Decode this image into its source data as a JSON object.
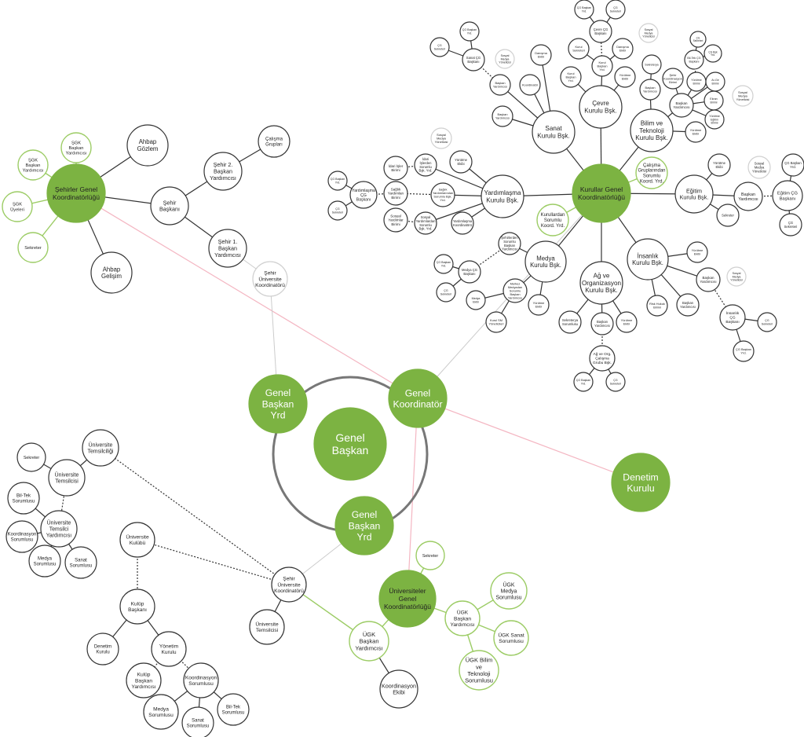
{
  "colors": {
    "accent": "#7cb342",
    "accent_light": "#9ccc65",
    "stroke": "#333333",
    "pink": "#f4b6c2",
    "faint": "#cccccc"
  },
  "nodes": {
    "genel_baskan": "Genel Başkan",
    "genel_baskan_yrd_1": "Genel Başkan Yrd",
    "genel_baskan_yrd_2": "Genel Başkan Yrd",
    "genel_koordinator": "Genel Koordinatör",
    "denetim_kurulu": "Denetim Kurulu",
    "sehirler_genel_koord": "Şehirler Genel Koordinatörlüğü",
    "sgk_baskan_yrd": "ŞGK Başkan Yardımcısı",
    "sgk_baskan_yrd_2": "ŞGK Başkan Yardımcısı",
    "sgk_uyeleri": "ŞGK Üyeleri",
    "sgk_sekreter": "Sekreter",
    "ahbap_gelisim": "Ahbap Gelişim",
    "ahbap_gozlem": "Ahbap Gözlem",
    "sehir_baskani": "Şehir Başkanı",
    "sehir_2_baskan_yrd": "Şehir 2. Başkan Yardımcısı",
    "calisma_gruplari": "Çalışma Grupları",
    "sehir_1_baskan_yrd": "Şehir 1. Başkan Yardımcısı",
    "sehir_universite_koord_top": "Şehir Üniversite Koordinatörü",
    "kurullar_genel_koord": "Kurullar Genel Koordinatörlüğü",
    "sanat_kurulu": "Sanat Kurulu Bşk.",
    "cevre_kurulu": "Çevre Kurulu Bşk.",
    "bilim_kurulu": "Bilim ve Teknoloji Kurulu Bşk.",
    "egitim_kurulu": "Eğitim Kurulu Bşk.",
    "insanlik_kurulu": "İnsanlık Kurulu Bşk.",
    "ag_org_kurulu": "Ağ ve Organizasyon Kurulu Bşk.",
    "medya_kurulu": "Medya Kurulu Bşk.",
    "yardimlasma_kurulu": "Yardımlaşma Kurulu Bşk.",
    "calisma_gruplarindan": "Çalışma Gruplarından Sorumlu Koord. Yrd.",
    "kurullardan_sorumlu": "Kurullardan Sorumlu Koord. Yrd.",
    "universiteler_genel_koord": "Üniversiteler Genel Koordinatörlüğü",
    "ugk_sekreter": "Sekreter",
    "ugk_medya": "ÜGK Medya Sorumlusu",
    "ugk_baskan_yrd_right": "ÜGK Başkan Yardımcısı",
    "ugk_sanat": "ÜGK Sanat Sorumlusu",
    "ugk_bilim": "ÜGK Bilim ve Teknoloji Sorumlusu",
    "ugk_baskan_yrd_left": "ÜGK Başkan Yardımcısı",
    "koordinasyon_ekibi": "Koordinasyon Ekibi",
    "sehir_universite_koord": "Şehir Üniversite Koordinatörü",
    "universite_temsilcisi_b": "Üniversite Temsilcisi",
    "universite_kulubu": "Üniversite Kulübü",
    "kulup_baskani": "Kulüp Başkanı",
    "denetim_kurulu_small": "Denetim Kurulu",
    "yonetim_kurulu": "Yönetim Kurulu",
    "kulup_baskan_yrd": "Kulüp Başkan Yardımcısı",
    "koordinasyon_sorumlusu_k": "Koordinasyon Sorumlusu",
    "medya_sorumlusu_k": "Medya Sorumlusu",
    "sanat_sorumlusu_k": "Sanat Sorumlusu",
    "biltek_sorumlusu_k": "Bil-Tek Sorumlusu",
    "universite_temsilciligi": "Üniversite Temsilciliği",
    "universite_temsilcisi_a": "Üniversite Temsilcisi",
    "ut_sekreter": "Sekreter",
    "ut_yardimcisi": "Üniversite Temsilci Yardımcısı",
    "ut_biltek": "Bil-Tek Sorumlusu",
    "ut_koordinasyon": "Koordinasyon Sorumlusu",
    "ut_medya": "Medya Sorumlusu",
    "ut_sanat": "Sanat Sorumlusu",
    "egitim_baskan_yrd": "Başkan Yardımcısı",
    "egitim_sekreter": "Sekreter",
    "egitim_cg_baskani": "Eğitim ÇG Başkanı",
    "egitim_yurutme": "Yürütme Ekibi",
    "egitim_cg_baskan_yrd": "ÇG Başkan Yrd.",
    "egitim_cg_sekreteri": "ÇG Sekreteri",
    "egitim_sosyal_medya": "Sosyal Medya Yöneticisi",
    "cevre_kurul_baskan_yrd": "Kurul Başkan Yrd.",
    "cevre_kurul_sekreteri": "Kurul Sekreteri",
    "cevre_kurul_baskan_yrd_2": "Kurul Başkan Yrd.",
    "cevre_cg_baskani": "Çevre ÇG Başkanı",
    "cevre_danisma": "Danışma Ekibi",
    "cevre_yurutme": "Yürütme Ekibi",
    "cevre_cg_baskan_yrd": "ÇG Başkan Yrd.",
    "cevre_cg_sekreteri": "ÇG Sekreteri",
    "cevre_sosyal_medya": "Sosyal Medya Yöneticisi",
    "sanat_cg_baskani": "Sanat ÇG Başkanı",
    "sanat_danisma": "Danışma Ekibi",
    "sanat_koordinator": "Koordinatör",
    "sanat_baskan_yrd_1": "Başkan Yardımcısı",
    "sanat_baskan_yrd_2": "Başkan Yardımcısı",
    "sanat_cg_sekreteri": "ÇG Sekreteri",
    "sanat_cg_baskan_yrd": "ÇG Başkan Yrd.",
    "sanat_sosyal_medya": "Sosyal Medya Yöneticisi",
    "bilim_sekreterya": "Sekreterya",
    "bilim_baskan_yrd": "Başkan Yardımcısı",
    "bilim_sehir_koord": "Şehir Koordinasyon Birimi",
    "bilim_yurutme_birim": "Yürütme Birimi",
    "bilim_baskan_yrd_2": "Başkan Yardımcısı",
    "bilim_arge": "Ar-Ge Birimi",
    "bilim_ekran_birim": "Ekran Birimi",
    "bilim_yurutme_egitim": "Yürütme Eğitim Birimi",
    "bilim_yurutme_ekibi": "Yürütme Ekibi",
    "bilim_cg_sekreteri": "ÇG Sekreteri",
    "bilim_biltek_cg": "Bil-Tek ÇG Başkanı",
    "bilim_cg_baskan_yrd": "ÇG Bşk Yrd.",
    "bilim_sosyal_medya": "Sosyal Medya Yöneticisi",
    "ins_yurutme": "Yürütme Ekibi",
    "ins_baskan_yrd": "Başkan Yardımcısı",
    "ins_baskan_yrd_2": "Başkan Yardımcısı",
    "ins_cg_baskani": "İnsanlık ÇG Başkanı",
    "ins_cg_sekreteri": "ÇG Sekreteri",
    "ins_cg_baskan_yrd": "ÇG Başkan Yrd.",
    "ins_risk_hukuk": "Risk Hukuk Birimi",
    "ins_sosyal_medya": "Sosyal Medya Yöneticisi",
    "ag_sekreterya": "Sekreterya Sorumlusu",
    "ag_baskan_yrd": "Başkan Yardımcısı",
    "ag_yurutme": "Yürütme Ekibi",
    "ag_cg_baskani": "Ağ ve Org. Çalışma Grubu Bşk.",
    "ag_cg_baskan_yrd": "ÇG Başkan Yrd.",
    "ag_cg_sekreteri": "ÇG Sekreteri",
    "medya_cg_baskani": "Medya ÇG Başkanı",
    "medya_cg_baskan_yrd": "ÇG Başkan Yrd.",
    "medya_cg_sekreteri": "ÇG Sekreteri",
    "medya_sehirlerden": "Şehirlerden Sorumlu Başkan Yardımcısı",
    "medya_merkez": "Merkez Medyadan Sorumlu Başkan Yardımcısı",
    "medya_ekibi": "Medya Ekibi",
    "medya_kurul_sm": "Kurul SM Yöneticileri",
    "medya_yurutme": "Yürütme Ekibi",
    "yar_cg_baskani": "Yardımlaşma ÇG Başkanı",
    "yar_cg_baskan_yrd": "ÇG Başkan Yrd.",
    "yar_cg_sekreteri": "ÇG Sekreteri",
    "yar_idari_isler": "İdari İşler Birimi",
    "yar_saglik": "Sağlık Yardımları Birimi",
    "yar_sosyal": "Sosyal Yardımlar Birimi",
    "yar_idari_sorumlu": "İdari İşlerden Sorumlu Bşk. Yrd.",
    "yar_saglik_sorumlu": "Sağlık Yardımlarından Sorumlu Bşk. Yrd.",
    "yar_sosyal_sorumlu": "Sosyal Yardımlardan Sorumlu Bşk. Yrd.",
    "yar_yurutme": "Yürütme Ekibi",
    "yar_koordinatoru": "Yardımlaşma Koordinatörü",
    "yar_sosyal_medya": "Sosyal Medya Yöneticisi"
  }
}
